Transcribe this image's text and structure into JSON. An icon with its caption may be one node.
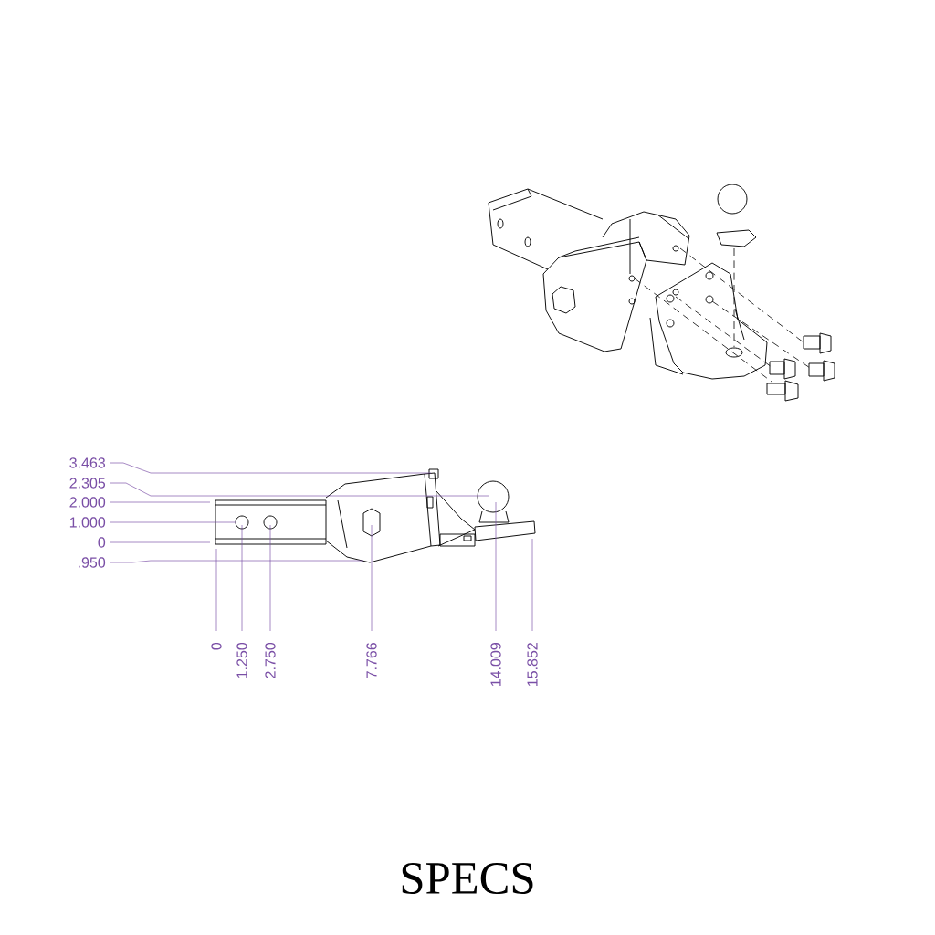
{
  "diagram": {
    "title": "SPECS",
    "labels": [
      "3.463",
      "2.305",
      "2.000",
      "1.000",
      "0",
      ".950",
      "0",
      "1.250",
      "2.750",
      "7.766",
      "14.009",
      "15.852"
    ]
  }
}
